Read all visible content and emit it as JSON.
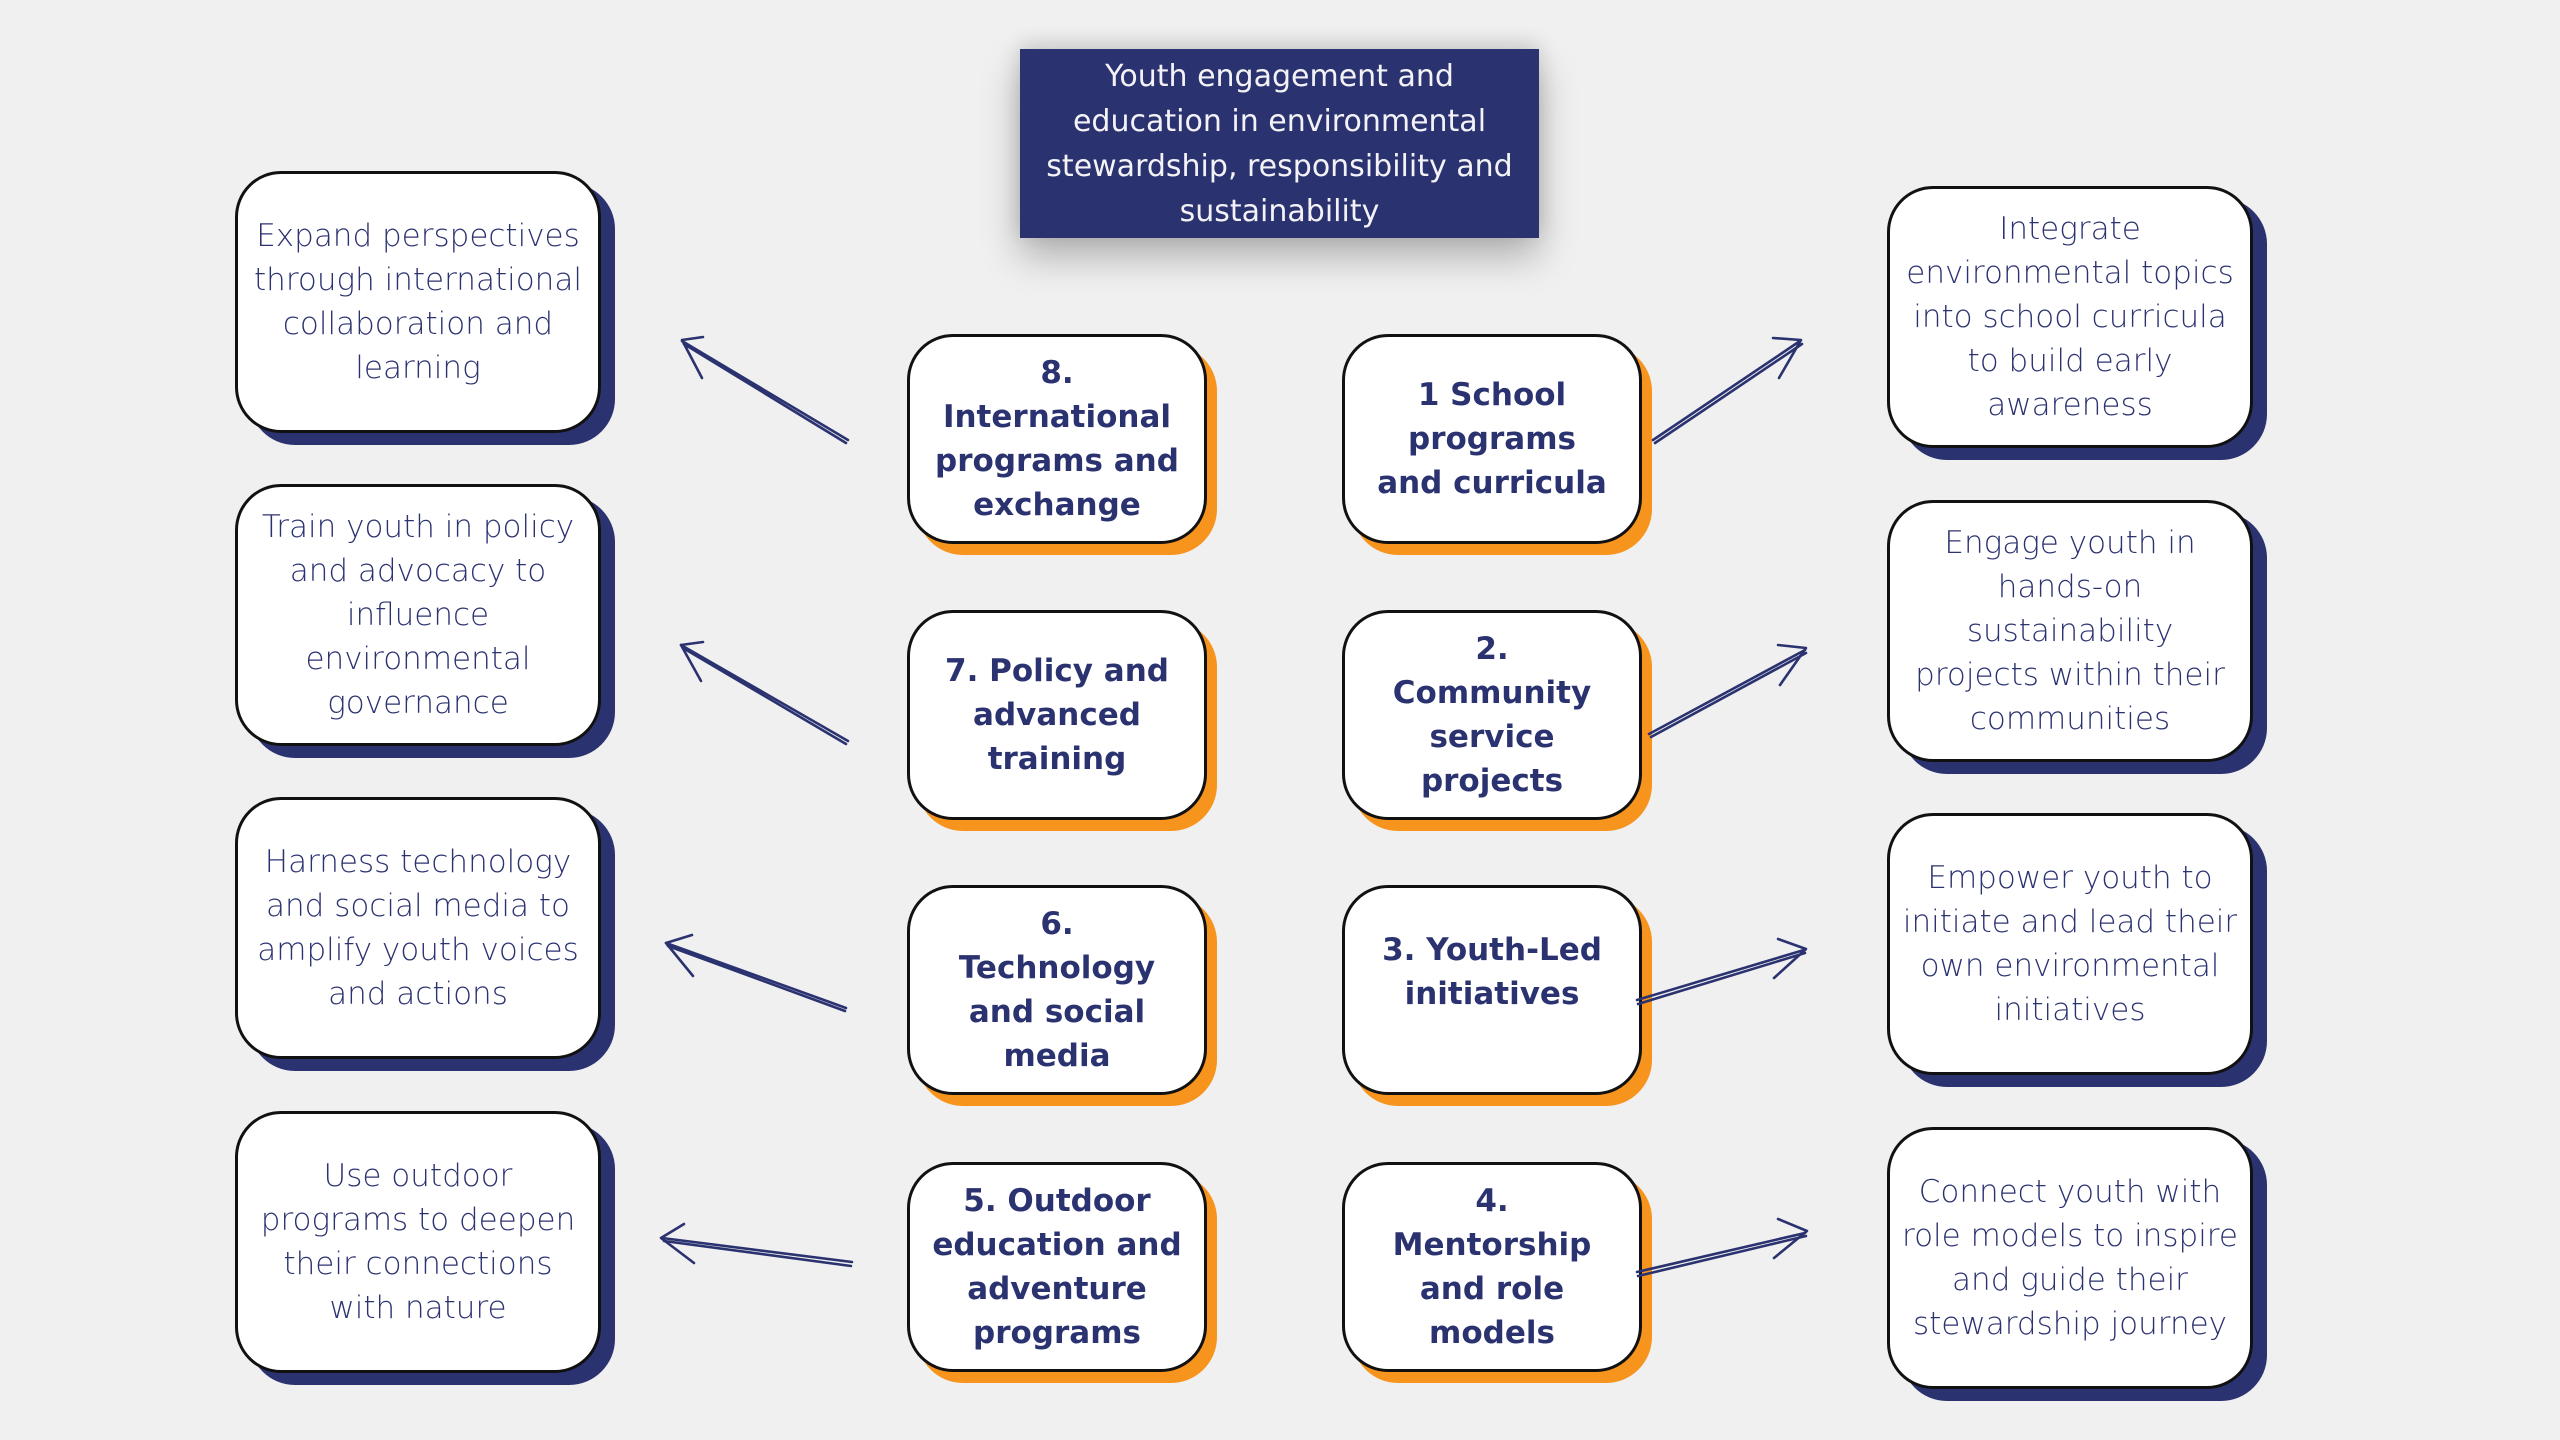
{
  "title": "Youth engagement and education in environmental stewardship, responsibility and sustainability",
  "colors": {
    "background": "#f0f0f0",
    "navy": "#2b3270",
    "orange": "#f7941d",
    "box_fill": "#ffffff"
  },
  "programs": [
    {
      "id": "1",
      "label": "1 School\nprograms\nand curricula"
    },
    {
      "id": "2",
      "label": "2.\nCommunity\nservice\nprojects"
    },
    {
      "id": "3",
      "label": "3. Youth-Led\ninitiatives"
    },
    {
      "id": "4",
      "label": "4.\nMentorship\nand role\nmodels"
    },
    {
      "id": "5",
      "label": "5. Outdoor\neducation and\nadventure\nprograms"
    },
    {
      "id": "6",
      "label": "6.\nTechnology\nand social\nmedia"
    },
    {
      "id": "7",
      "label": "7. Policy and\nadvanced\ntraining"
    },
    {
      "id": "8",
      "label": "8.\nInternational\nprograms and\nexchange"
    }
  ],
  "outcomes": [
    {
      "for": "1",
      "text": "Integrate\nenvironmental topics\ninto school curricula\nto build early\nawareness"
    },
    {
      "for": "2",
      "text": "Engage youth in\nhands-on\nsustainability\nprojects within their\ncommunities"
    },
    {
      "for": "3",
      "text": "Empower youth to\ninitiate and lead their\nown  environmental\ninitiatives"
    },
    {
      "for": "4",
      "text": "Connect youth with\nrole models to inspire\nand guide their\nstewardship journey"
    },
    {
      "for": "5",
      "text": "Use outdoor\nprograms to deepen\ntheir connections\nwith nature"
    },
    {
      "for": "6",
      "text": "Harness technology\nand social media to\namplify youth voices\nand actions"
    },
    {
      "for": "7",
      "text": "Train youth in policy\nand advocacy to\ninfluence\nenvironmental\ngovernance"
    },
    {
      "for": "8",
      "text": "Expand perspectives\nthrough international\ncollaboration and\nlearning"
    }
  ]
}
